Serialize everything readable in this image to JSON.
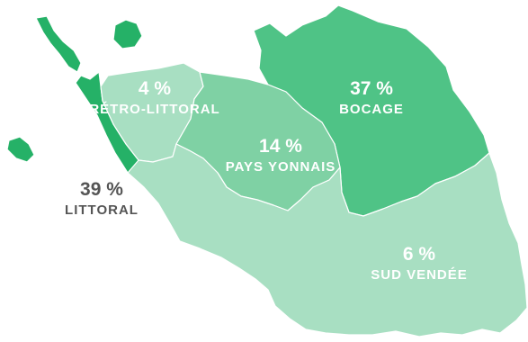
{
  "map": {
    "regions": [
      {
        "id": "littoral",
        "name": "LITTORAL",
        "share": "39 %",
        "color": "#25b167"
      },
      {
        "id": "retro-littoral",
        "name": "RÉTRO-LITTORAL",
        "share": "4 %",
        "color": "#a8dfc2"
      },
      {
        "id": "pays-yonnais",
        "name": "PAYS YONNAIS",
        "share": "14 %",
        "color": "#7fd1a4"
      },
      {
        "id": "bocage",
        "name": "BOCAGE",
        "share": "37 %",
        "color": "#4fc386"
      },
      {
        "id": "sud-vendee",
        "name": "SUD VENDÉE",
        "share": "6 %",
        "color": "#a8dfc2"
      }
    ]
  }
}
